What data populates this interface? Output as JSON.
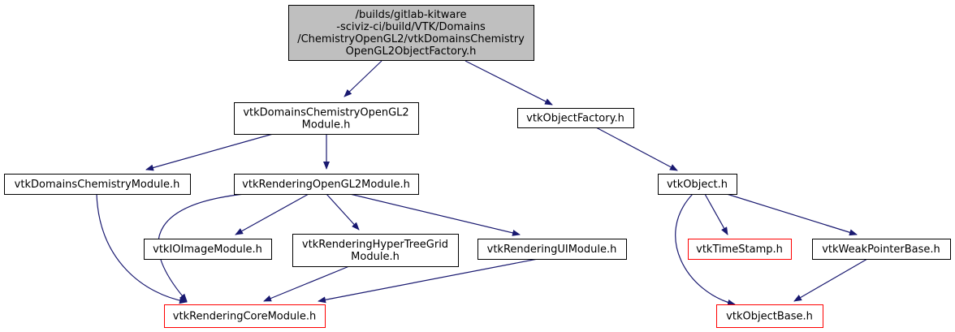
{
  "colors": {
    "edge": "#191970",
    "root_fill": "#bfbfbf",
    "node_fill": "#ffffff",
    "node_border": "#000000",
    "truncated_border": "#ff0000"
  },
  "nodes": [
    {
      "id": "root",
      "lines": [
        "/builds/gitlab-kitware",
        "-sciviz-ci/build/VTK/Domains",
        "/ChemistryOpenGL2/vtkDomainsChemistry",
        "OpenGL2ObjectFactory.h"
      ],
      "style": "root"
    },
    {
      "id": "domchemgl2module",
      "lines": [
        "vtkDomainsChemistryOpenGL2",
        "Module.h"
      ],
      "style": "normal"
    },
    {
      "id": "objectfactory",
      "lines": [
        "vtkObjectFactory.h"
      ],
      "style": "normal"
    },
    {
      "id": "domchemmodule",
      "lines": [
        "vtkDomainsChemistryModule.h"
      ],
      "style": "normal"
    },
    {
      "id": "renderinggl2module",
      "lines": [
        "vtkRenderingOpenGL2Module.h"
      ],
      "style": "normal"
    },
    {
      "id": "object",
      "lines": [
        "vtkObject.h"
      ],
      "style": "normal"
    },
    {
      "id": "ioimagemodule",
      "lines": [
        "vtkIOImageModule.h"
      ],
      "style": "normal"
    },
    {
      "id": "hypertreegrid",
      "lines": [
        "vtkRenderingHyperTreeGrid",
        "Module.h"
      ],
      "style": "normal"
    },
    {
      "id": "renderinguimodule",
      "lines": [
        "vtkRenderingUIModule.h"
      ],
      "style": "normal"
    },
    {
      "id": "timestamp",
      "lines": [
        "vtkTimeStamp.h"
      ],
      "style": "truncated"
    },
    {
      "id": "weakpointerbase",
      "lines": [
        "vtkWeakPointerBase.h"
      ],
      "style": "normal"
    },
    {
      "id": "renderingcoremodule",
      "lines": [
        "vtkRenderingCoreModule.h"
      ],
      "style": "truncated"
    },
    {
      "id": "objectbase",
      "lines": [
        "vtkObjectBase.h"
      ],
      "style": "truncated"
    }
  ],
  "edges": [
    [
      "root",
      "domchemgl2module"
    ],
    [
      "root",
      "objectfactory"
    ],
    [
      "domchemgl2module",
      "domchemmodule"
    ],
    [
      "domchemgl2module",
      "renderinggl2module"
    ],
    [
      "objectfactory",
      "object"
    ],
    [
      "domchemmodule",
      "renderingcoremodule"
    ],
    [
      "renderinggl2module",
      "renderingcoremodule"
    ],
    [
      "renderinggl2module",
      "ioimagemodule"
    ],
    [
      "renderinggl2module",
      "hypertreegrid"
    ],
    [
      "renderinggl2module",
      "renderinguimodule"
    ],
    [
      "hypertreegrid",
      "renderingcoremodule"
    ],
    [
      "renderinguimodule",
      "renderingcoremodule"
    ],
    [
      "object",
      "timestamp"
    ],
    [
      "object",
      "weakpointerbase"
    ],
    [
      "object",
      "objectbase"
    ],
    [
      "weakpointerbase",
      "objectbase"
    ]
  ]
}
